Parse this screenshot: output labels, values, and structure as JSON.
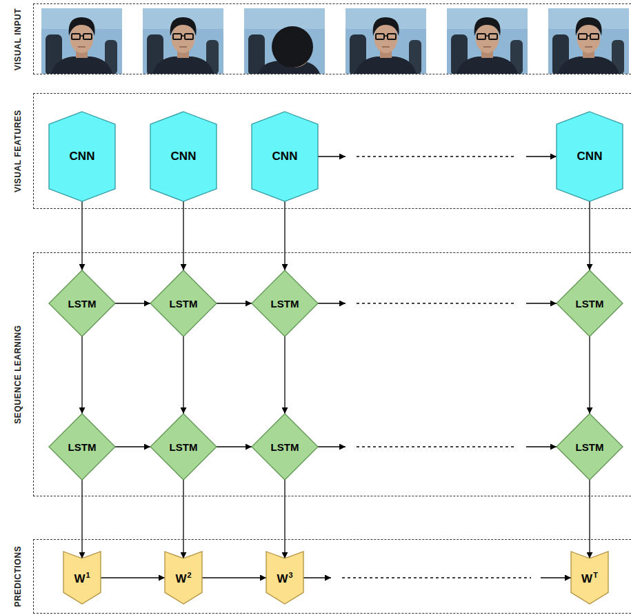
{
  "diagram": {
    "nodes": [
      {
        "text": [
          "VISUAL INPUT"
        ]
      },
      {
        "text": [
          "VISUAL FEATURES"
        ]
      },
      {
        "text": [
          "CNN"
        ],
        "in": 1
      },
      {
        "text": [
          "CNN"
        ],
        "in": 1
      },
      {
        "text": [
          "CNN"
        ],
        "in": 1
      },
      {
        "text": [
          "CNN"
        ],
        "in": 1
      },
      {
        "text": [
          "SEQUENCE LEARNING"
        ]
      },
      {
        "text": [
          "LSTM"
        ],
        "in": 6
      },
      {
        "text": [
          "LSTM"
        ],
        "in": 6
      },
      {
        "text": [
          "LSTM"
        ],
        "in": 6
      },
      {
        "text": [
          "LSTM"
        ],
        "in": 6
      },
      {
        "text": [
          "LSTM"
        ],
        "in": 6
      },
      {
        "text": [
          "LSTM"
        ],
        "in": 6
      },
      {
        "text": [
          "LSTM"
        ],
        "in": 6
      },
      {
        "text": [
          "LSTM"
        ],
        "in": 6
      },
      {
        "text": [
          "PREDICTIONS"
        ]
      },
      {
        "text": [
          "W",
          "1"
        ],
        "in": 15
      },
      {
        "text": [
          "W",
          "2"
        ],
        "in": 15
      },
      {
        "text": [
          "W",
          "3"
        ],
        "in": 15
      },
      {
        "text": [
          "W",
          "T"
        ],
        "in": 15
      }
    ],
    "edges": [
      {
        "from": 4,
        "to": 5,
        "arrow": "to"
      },
      {
        "from": 2,
        "to": 7,
        "arrow": "to"
      },
      {
        "from": 3,
        "to": 8,
        "arrow": "to"
      },
      {
        "from": 4,
        "to": 9,
        "arrow": "to"
      },
      {
        "from": 5,
        "to": 10,
        "arrow": "to"
      },
      {
        "from": 7,
        "to": 8,
        "arrow": "to"
      },
      {
        "from": 8,
        "to": 9,
        "arrow": "to"
      },
      {
        "from": 9,
        "to": 10,
        "arrow": "to"
      },
      {
        "from": 7,
        "to": 11,
        "arrow": "to"
      },
      {
        "from": 8,
        "to": 12,
        "arrow": "to"
      },
      {
        "from": 9,
        "to": 13,
        "arrow": "to"
      },
      {
        "from": 10,
        "to": 14,
        "arrow": "to"
      },
      {
        "from": 11,
        "to": 12,
        "arrow": "to"
      },
      {
        "from": 12,
        "to": 13,
        "arrow": "to"
      },
      {
        "from": 13,
        "to": 14,
        "arrow": "to"
      },
      {
        "from": 11,
        "to": 16,
        "arrow": "to"
      },
      {
        "from": 12,
        "to": 17,
        "arrow": "to"
      },
      {
        "from": 13,
        "to": 18,
        "arrow": "to"
      },
      {
        "from": 14,
        "to": 19,
        "arrow": "to"
      },
      {
        "from": 16,
        "to": 17,
        "arrow": "to"
      },
      {
        "from": 17,
        "to": 18,
        "arrow": "to"
      },
      {
        "from": 18,
        "to": 19,
        "arrow": "to"
      }
    ]
  }
}
